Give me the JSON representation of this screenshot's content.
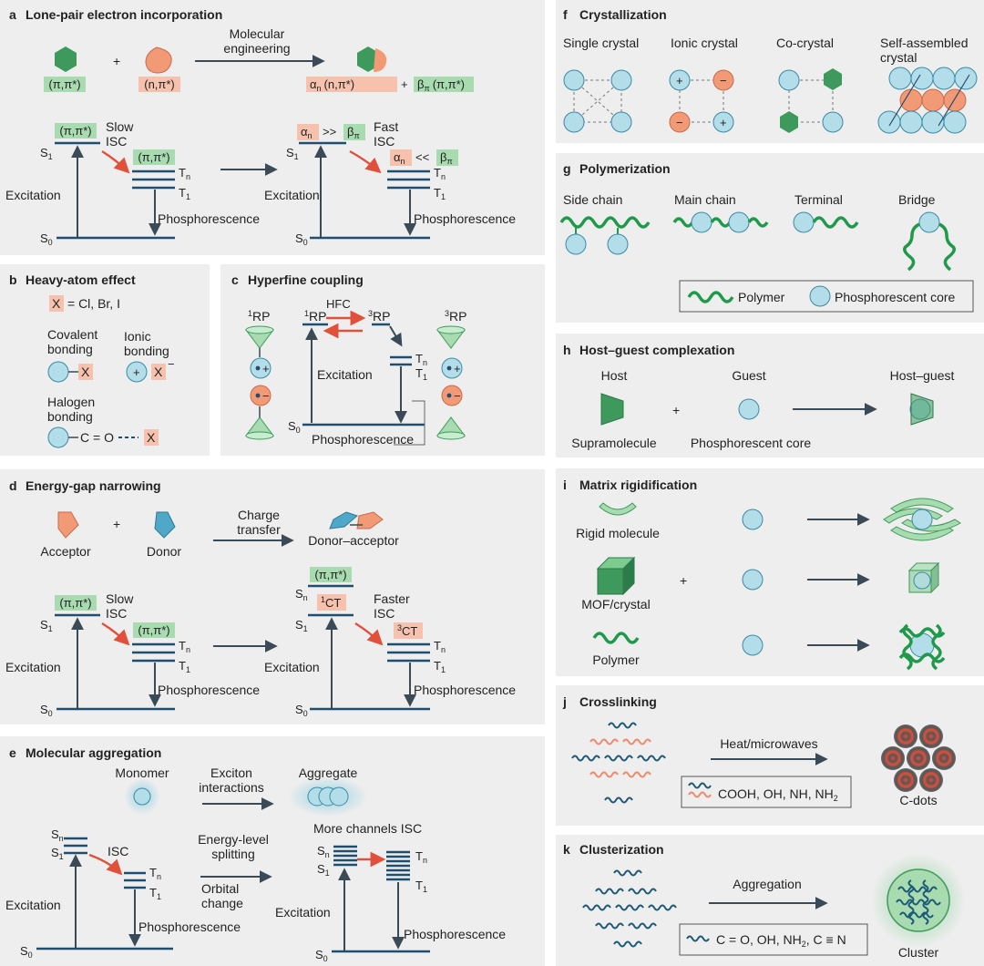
{
  "colors": {
    "panel": "#eeeeee",
    "level": "#1f4e6e",
    "arrow": "#3b4a57",
    "red_arrow": "#e0503a",
    "green": "#3d9a5c",
    "green_label": "#a8dcb0",
    "salmon": "#f29a76",
    "salmon_label": "#f7c2ad",
    "core": "#b3dde8",
    "core_stroke": "#3a8aa6",
    "polymer": "#1f9a4a",
    "wave_dark": "#1e5a78",
    "wave_salmon": "#ee8a6a"
  },
  "a": {
    "letter": "a",
    "title": "Lone-pair electron incorporation",
    "pipi": "(π,π*)",
    "npi": "(n,π*)",
    "plus": "+",
    "mol_eng_1": "Molecular",
    "mol_eng_2": "engineering",
    "mixed_alpha": "α",
    "mixed_n": "n",
    "mixed_npi": "(n,π*)",
    "mixed_plus": "+",
    "mixed_beta": "β",
    "mixed_pi": "π",
    "mixed_pipi": "(π,π*)",
    "left": {
      "s1": "S",
      "s1_sub": "1",
      "s0": "S",
      "s0_sub": "0",
      "tn": "T",
      "tn_sub": "n",
      "t1": "T",
      "t1_sub": "1",
      "isc1": "Slow",
      "isc2": "ISC",
      "s1_label": "(π,π*)",
      "t_label": "(π,π*)",
      "excitation": "Excitation",
      "phos": "Phosphorescence"
    },
    "right": {
      "s1": "S",
      "s1_sub": "1",
      "s0": "S",
      "s0_sub": "0",
      "tn": "T",
      "tn_sub": "n",
      "t1": "T",
      "t1_sub": "1",
      "isc1": "Fast",
      "isc2": "ISC",
      "alpha": "α",
      "alpha_sub": "n",
      "gg": ">>",
      "ll": "<<",
      "beta": "β",
      "beta_sub": "π",
      "excitation": "Excitation",
      "phos": "Phosphorescence"
    }
  },
  "b": {
    "letter": "b",
    "title": "Heavy-atom effect",
    "x": "X",
    "x_def": "= Cl, Br, I",
    "cov1": "Covalent",
    "cov2": "bonding",
    "ion1": "Ionic",
    "ion2": "bonding",
    "plus": "+",
    "minus": "−",
    "hal1": "Halogen",
    "hal2": "bonding",
    "c_o": "C = O"
  },
  "c": {
    "letter": "c",
    "title": "Hyperfine coupling",
    "rp1": "RP",
    "rp1_sup": "1",
    "rp3": "RP",
    "rp3_sup": "3",
    "hfc": "HFC",
    "excitation": "Excitation",
    "phos": "Phosphorescence",
    "s0": "S",
    "s0_sub": "0",
    "tn": "T",
    "tn_sub": "n",
    "t1": "T",
    "t1_sub": "1",
    "plus": "+",
    "minus": "−"
  },
  "d": {
    "letter": "d",
    "title": "Energy-gap narrowing",
    "acceptor": "Acceptor",
    "donor": "Donor",
    "plus": "+",
    "ct1": "Charge",
    "ct2": "transfer",
    "da": "Donor–acceptor",
    "left": {
      "s1": "S",
      "s1_sub": "1",
      "s0": "S",
      "s0_sub": "0",
      "tn": "T",
      "tn_sub": "n",
      "t1": "T",
      "t1_sub": "1",
      "isc1": "Slow",
      "isc2": "ISC",
      "s1_label": "(π,π*)",
      "t_label": "(π,π*)",
      "excitation": "Excitation",
      "phos": "Phosphorescence"
    },
    "right": {
      "sn": "S",
      "sn_sub": "n",
      "s1": "S",
      "s1_sub": "1",
      "s0": "S",
      "s0_sub": "0",
      "tn": "T",
      "tn_sub": "n",
      "t1": "T",
      "t1_sub": "1",
      "isc1": "Faster",
      "isc2": "ISC",
      "sn_label": "(π,π*)",
      "ct1": "CT",
      "ct1_sup": "1",
      "ct3": "CT",
      "ct3_sup": "3",
      "excitation": "Excitation",
      "phos": "Phosphorescence"
    }
  },
  "e": {
    "letter": "e",
    "title": "Molecular aggregation",
    "monomer": "Monomer",
    "exc1": "Exciton",
    "exc2": "interactions",
    "aggregate": "Aggregate",
    "split1": "Energy-level",
    "split2": "splitting",
    "orb1": "Orbital",
    "orb2": "change",
    "more": "More channels ISC",
    "left": {
      "sn": "S",
      "sn_sub": "n",
      "s1": "S",
      "s1_sub": "1",
      "s0": "S",
      "s0_sub": "0",
      "tn": "T",
      "tn_sub": "n",
      "t1": "T",
      "t1_sub": "1",
      "isc": "ISC",
      "excitation": "Excitation",
      "phos": "Phosphorescence"
    },
    "right": {
      "sn": "S",
      "sn_sub": "n",
      "s1": "S",
      "s1_sub": "1",
      "s0": "S",
      "s0_sub": "0",
      "tn": "T",
      "tn_sub": "n",
      "t1": "T",
      "t1_sub": "1",
      "excitation": "Excitation",
      "phos": "Phosphorescence"
    }
  },
  "f": {
    "letter": "f",
    "title": "Crystallization",
    "single": "Single crystal",
    "ionic": "Ionic crystal",
    "co": "Co-crystal",
    "self1": "Self-assembled",
    "self2": "crystal",
    "plus": "+",
    "minus": "−"
  },
  "g": {
    "letter": "g",
    "title": "Polymerization",
    "side": "Side chain",
    "main": "Main chain",
    "terminal": "Terminal",
    "bridge": "Bridge",
    "legend_polymer": "Polymer",
    "legend_core": "Phosphorescent core"
  },
  "h": {
    "letter": "h",
    "title": "Host–guest complexation",
    "host": "Host",
    "guest": "Guest",
    "hostguest": "Host–guest",
    "supra": "Supramolecule",
    "core": "Phosphorescent core",
    "plus": "+"
  },
  "i": {
    "letter": "i",
    "title": "Matrix rigidification",
    "rigid": "Rigid molecule",
    "mof": "MOF/crystal",
    "polymer": "Polymer",
    "plus": "+"
  },
  "j": {
    "letter": "j",
    "title": "Crosslinking",
    "heat": "Heat/microwaves",
    "groups": "COOH, OH, NH, NH",
    "groups_sub": "2",
    "cdots": "C-dots"
  },
  "k": {
    "letter": "k",
    "title": "Clusterization",
    "agg": "Aggregation",
    "groups_a": "C = O, OH, NH",
    "groups_sub": "2",
    "groups_b": ", C ≡ N",
    "cluster": "Cluster"
  }
}
